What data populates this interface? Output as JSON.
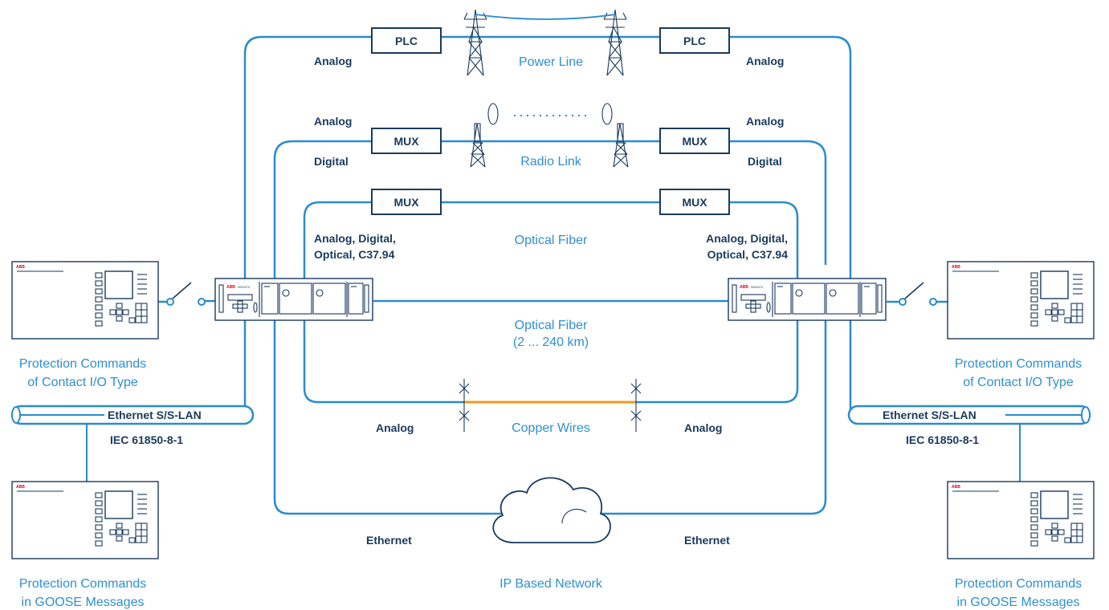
{
  "power_line": {
    "plc_left": "PLC",
    "plc_right": "PLC",
    "caption": "Power Line",
    "analog_left": "Analog",
    "analog_right": "Analog"
  },
  "radio_link": {
    "mux_left": "MUX",
    "mux_right": "MUX",
    "caption": "Radio Link",
    "analog_left": "Analog",
    "analog_right": "Analog",
    "digital_left": "Digital",
    "digital_right": "Digital"
  },
  "fiber_mux": {
    "mux_left": "MUX",
    "mux_right": "MUX",
    "caption": "Optical Fiber",
    "left_line1": "Analog, Digital,",
    "left_line2": "Optical, C37.94",
    "right_line1": "Analog, Digital,",
    "right_line2": "Optical, C37.94"
  },
  "direct_fiber": {
    "caption_line1": "Optical Fiber",
    "caption_line2": "(2 ... 240 km)"
  },
  "copper": {
    "caption": "Copper Wires",
    "analog_left": "Analog",
    "analog_right": "Analog"
  },
  "ip_network": {
    "caption": "IP Based Network",
    "ethernet_left": "Ethernet",
    "ethernet_right": "Ethernet"
  },
  "lan_left": {
    "bus_label": "Ethernet S/S-LAN",
    "protocol": "IEC 61850-8-1"
  },
  "lan_right": {
    "bus_label": "Ethernet S/S-LAN",
    "protocol": "IEC 61850-8-1"
  },
  "relay_top_left": {
    "brand": "ABB",
    "caption_line1": "Protection Commands",
    "caption_line2": "of Contact I/O Type"
  },
  "relay_top_right": {
    "brand": "ABB",
    "caption_line1": "Protection Commands",
    "caption_line2": "of Contact I/O Type"
  },
  "relay_bottom_left": {
    "brand": "ABB",
    "caption_line1": "Protection Commands",
    "caption_line2": "in GOOSE Messages"
  },
  "relay_bottom_right": {
    "brand": "ABB",
    "caption_line1": "Protection Commands",
    "caption_line2": "in GOOSE Messages"
  },
  "teleprotection_left": {
    "brand": "ABB",
    "model": "NSD570"
  },
  "teleprotection_right": {
    "brand": "ABB",
    "model": "NSD570"
  },
  "colors": {
    "line_blue": "#2a8bd0",
    "label_dark": "#1a3a5c",
    "caption_blue": "#2f8fd0",
    "copper_orange": "#f39a1e",
    "abb_red": "#e2001a"
  }
}
